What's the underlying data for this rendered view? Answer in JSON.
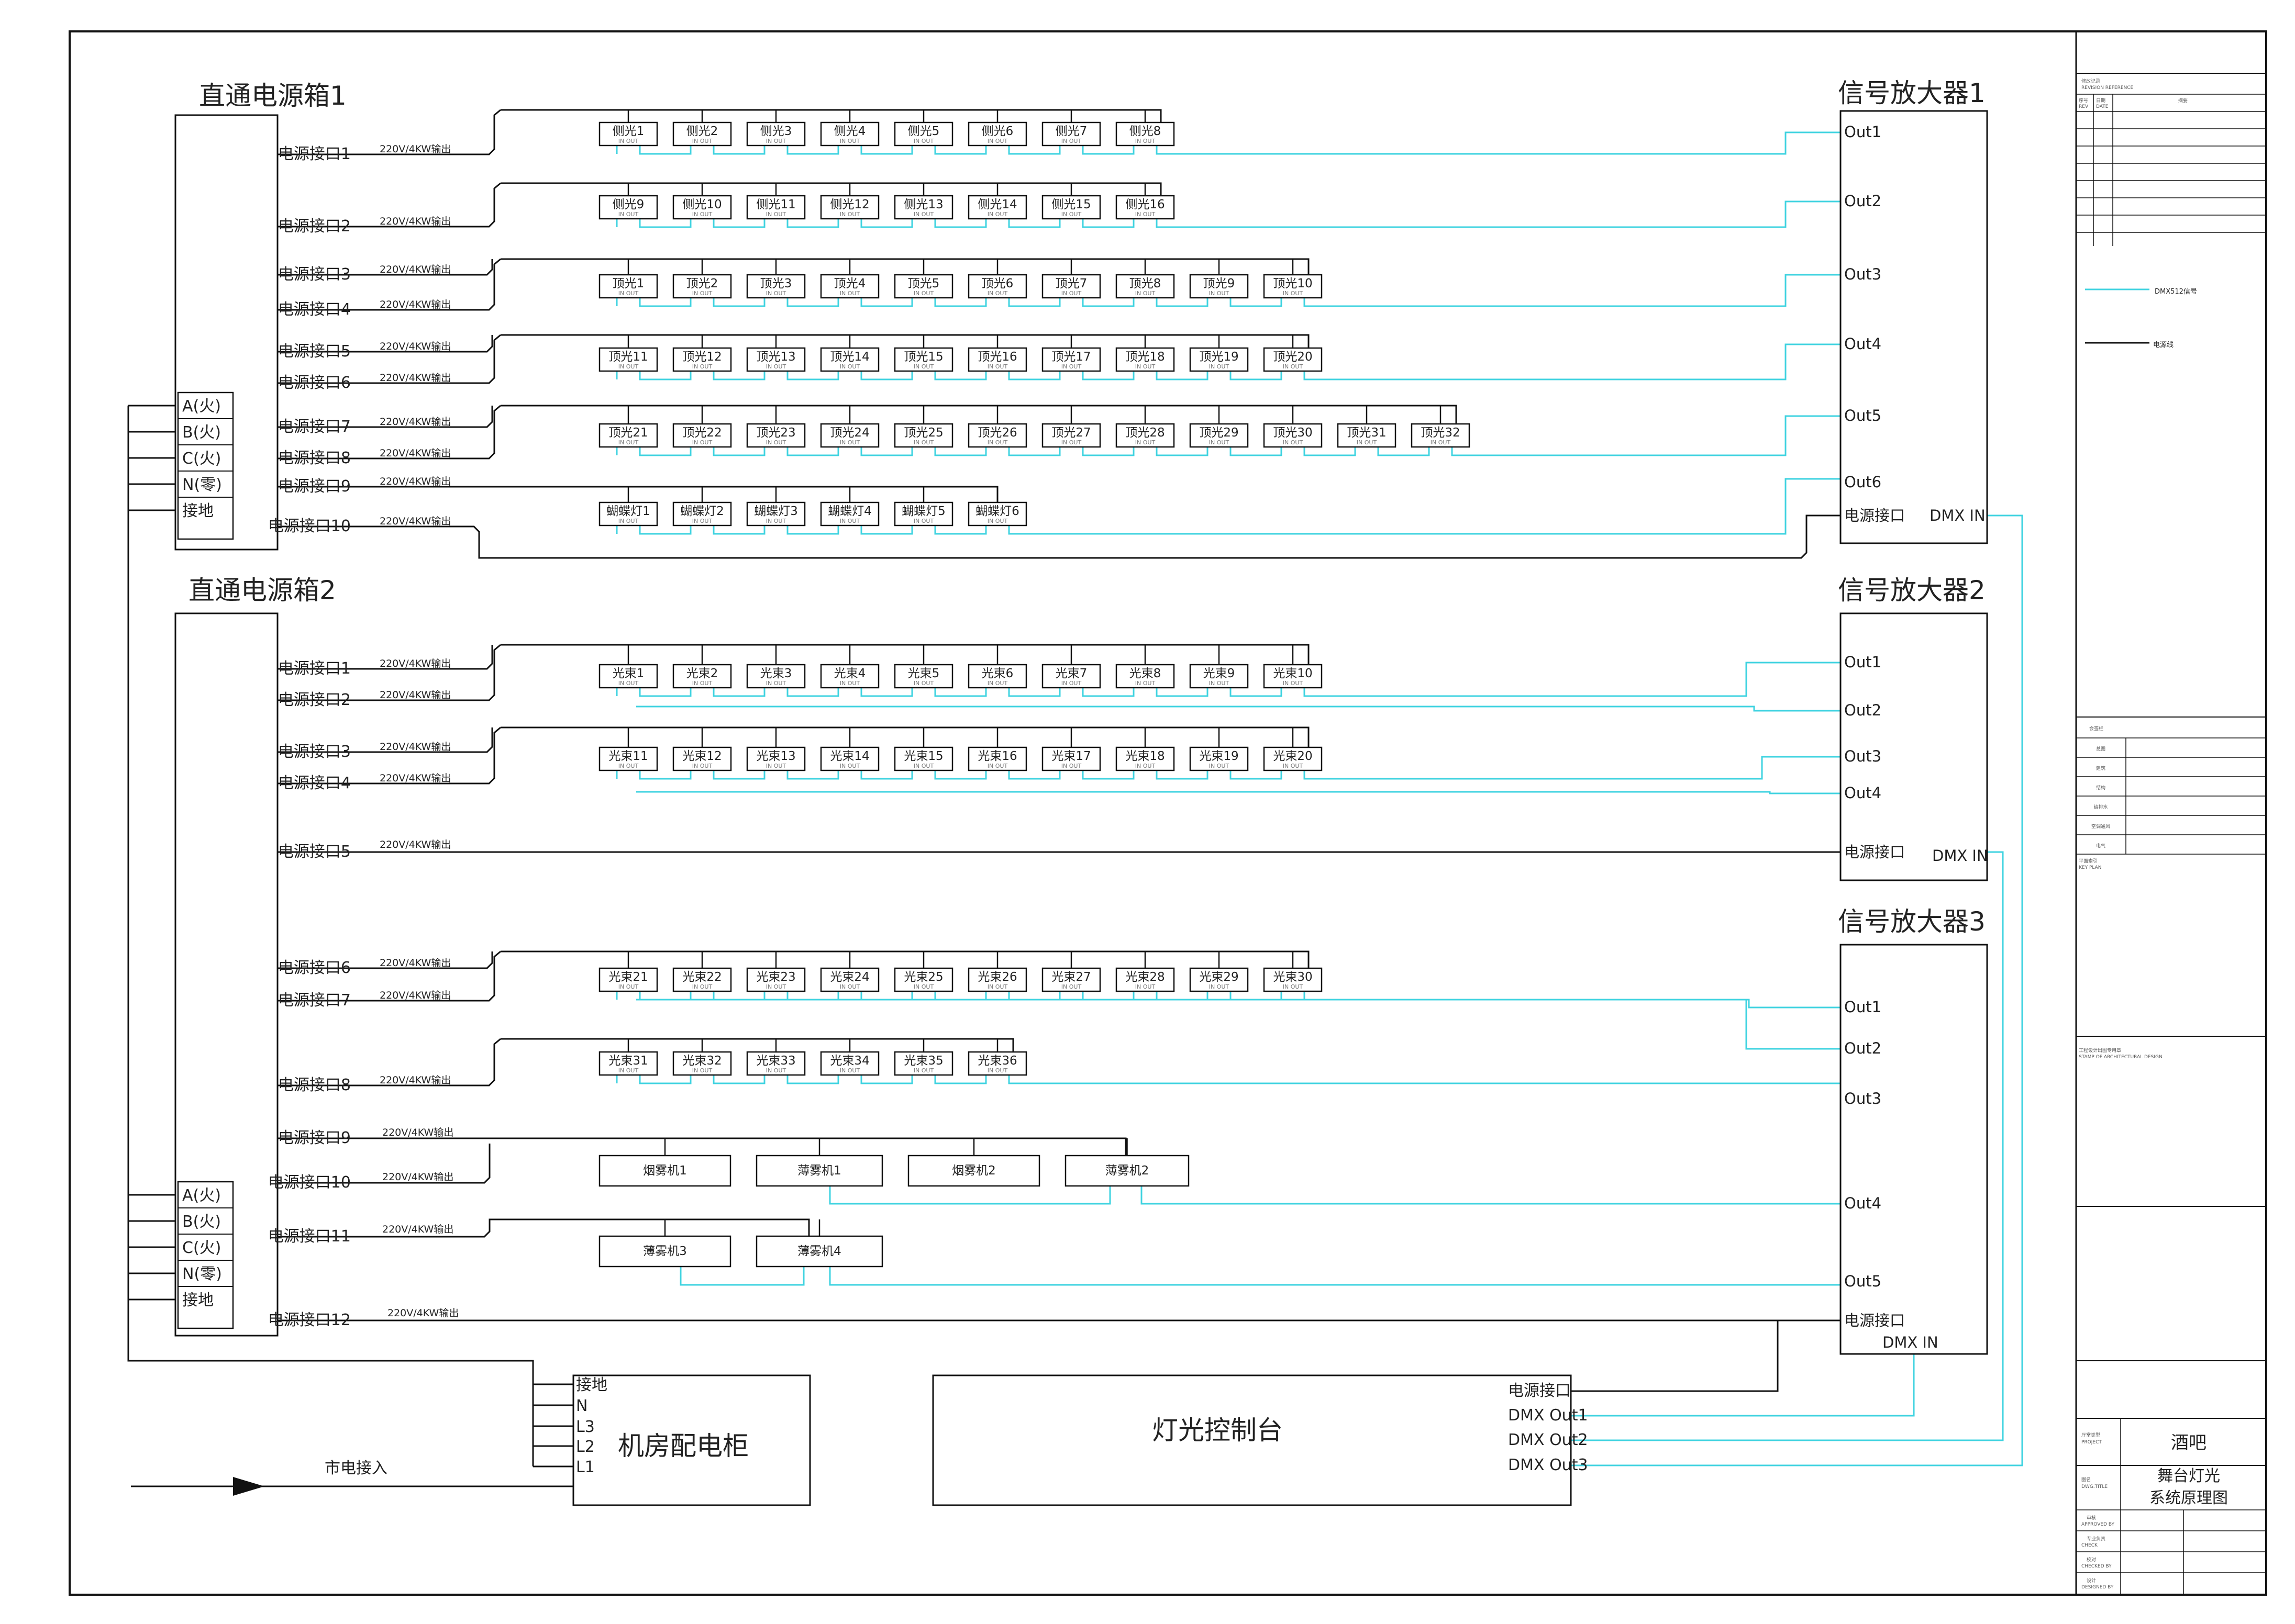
{
  "box1": {
    "title": "直通电源箱1",
    "ports": [
      "电源接口1",
      "电源接口2",
      "电源接口3",
      "电源接口4",
      "电源接口5",
      "电源接口6",
      "电源接口7",
      "电源接口8",
      "电源接口9",
      "电源接口10"
    ],
    "phases": [
      "A(火)",
      "B(火)",
      "C(火)",
      "N(零)",
      "接地"
    ]
  },
  "box2": {
    "title": "直通电源箱2",
    "ports": [
      "电源接口1",
      "电源接口2",
      "电源接口3",
      "电源接口4",
      "电源接口5",
      "电源接口6",
      "电源接口7",
      "电源接口8",
      "电源接口9",
      "电源接口10",
      "电源接口11",
      "电源接口12"
    ],
    "phases": [
      "A(火)",
      "B(火)",
      "C(火)",
      "N(零)",
      "接地"
    ]
  },
  "output_label": "220V/4KW输出",
  "fixtures": {
    "row1": [
      "侧光1",
      "侧光2",
      "侧光3",
      "侧光4",
      "侧光5",
      "侧光6",
      "侧光7",
      "侧光8"
    ],
    "row2": [
      "侧光9",
      "侧光10",
      "侧光11",
      "侧光12",
      "侧光13",
      "侧光14",
      "侧光15",
      "侧光16"
    ],
    "row3": [
      "顶光1",
      "顶光2",
      "顶光3",
      "顶光4",
      "顶光5",
      "顶光6",
      "顶光7",
      "顶光8",
      "顶光9",
      "顶光10"
    ],
    "row4": [
      "顶光11",
      "顶光12",
      "顶光13",
      "顶光14",
      "顶光15",
      "顶光16",
      "顶光17",
      "顶光18",
      "顶光19",
      "顶光20"
    ],
    "row5": [
      "顶光21",
      "顶光22",
      "顶光23",
      "顶光24",
      "顶光25",
      "顶光26",
      "顶光27",
      "顶光28",
      "顶光29",
      "顶光30",
      "顶光31",
      "顶光32"
    ],
    "row6": [
      "蝴蝶灯1",
      "蝴蝶灯2",
      "蝴蝶灯3",
      "蝴蝶灯4",
      "蝴蝶灯5",
      "蝴蝶灯6"
    ],
    "row7": [
      "光束1",
      "光束2",
      "光束3",
      "光束4",
      "光束5",
      "光束6",
      "光束7",
      "光束8",
      "光束9",
      "光束10"
    ],
    "row8": [
      "光束11",
      "光束12",
      "光束13",
      "光束14",
      "光束15",
      "光束16",
      "光束17",
      "光束18",
      "光束19",
      "光束20"
    ],
    "row9": [
      "光束21",
      "光束22",
      "光束23",
      "光束24",
      "光束25",
      "光束26",
      "光束27",
      "光束28",
      "光束29",
      "光束30"
    ],
    "row10": [
      "光束31",
      "光束32",
      "光束33",
      "光束34",
      "光束35",
      "光束36"
    ],
    "row11": [
      "烟雾机1",
      "薄雾机1",
      "烟雾机2",
      "薄雾机2"
    ],
    "row12": [
      "薄雾机3",
      "薄雾机4"
    ]
  },
  "fixture_sub": "IN OUT",
  "amp1": {
    "title": "信号放大器1",
    "outs": [
      "Out1",
      "Out2",
      "Out3",
      "Out4",
      "Out5",
      "Out6"
    ],
    "power": "电源接口",
    "dmx": "DMX IN"
  },
  "amp2": {
    "title": "信号放大器2",
    "outs": [
      "Out1",
      "Out2",
      "Out3",
      "Out4"
    ],
    "power": "电源接口",
    "dmx": "DMX IN"
  },
  "amp3": {
    "title": "信号放大器3",
    "outs": [
      "Out1",
      "Out2",
      "Out3",
      "Out4",
      "Out5"
    ],
    "power": "电源接口",
    "dmx": "DMX IN"
  },
  "cabinet": {
    "title": "机房配电柜",
    "terminals": [
      "接地",
      "N",
      "L3",
      "L2",
      "L1"
    ]
  },
  "mains": "市电接入",
  "console": {
    "title": "灯光控制台",
    "ports": [
      "电源接口",
      "DMX Out1",
      "DMX Out2",
      "DMX Out3"
    ]
  },
  "legend": {
    "dmx": "DMX512信号",
    "power": "电源线"
  },
  "titleblock": {
    "revision": "修改记录",
    "revision_en": "REVISION REFERENCE",
    "rev_cols": [
      "序号",
      "日期",
      "摘要"
    ],
    "rev_cols_en": [
      "REV",
      "DATE"
    ],
    "signoff": "会签栏",
    "disciplines": [
      "总图",
      "建筑",
      "结构",
      "给排水",
      "空调通风",
      "电气"
    ],
    "keyplan": "平面索引",
    "keyplan_en": "KEY PLAN",
    "stamp": "工程设计出图专用章",
    "stamp_en": "STAMP OF ARCHITECTURAL DESIGN",
    "project_label": "厅堂类型",
    "project_label_en": "PROJECT",
    "project_value": "酒吧",
    "dwg_label": "图名",
    "dwg_label_en": "DWG.TITLE",
    "dwg_title_1": "舞台灯光",
    "dwg_title_2": "系统原理图",
    "roles": [
      "审核",
      "专业负责",
      "校对",
      "设计"
    ],
    "roles_en": [
      "APPROVED BY",
      "CHECK",
      "CHECKED BY",
      "DESIGNED BY"
    ]
  },
  "colors": {
    "dmx": "#3fd3e0",
    "power": "#111111",
    "title_red": "#c8282a"
  }
}
